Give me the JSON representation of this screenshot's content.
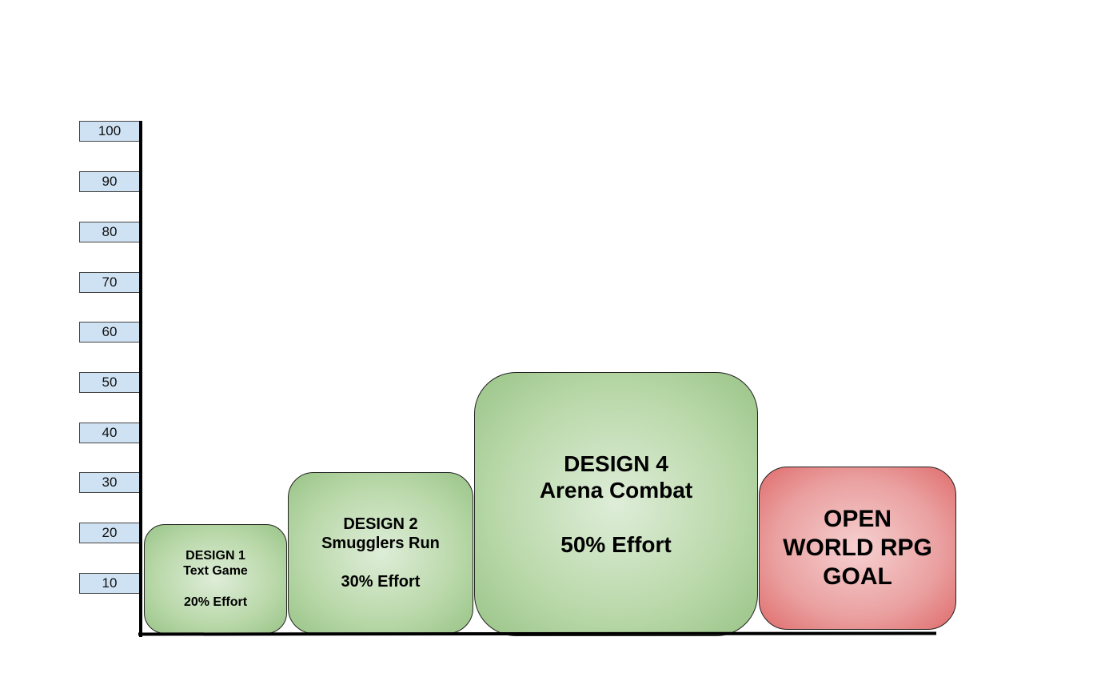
{
  "y_axis_labels": [
    "100",
    "90",
    "80",
    "70",
    "60",
    "50",
    "40",
    "30",
    "20",
    "10"
  ],
  "blocks": [
    {
      "title": "DESIGN 1",
      "subtitle": "Text Game",
      "effort": "20% Effort",
      "color": "#93c47d"
    },
    {
      "title": "DESIGN 2",
      "subtitle": "Smugglers Run",
      "effort": "30% Effort",
      "color": "#93c47d"
    },
    {
      "title": "DESIGN 4",
      "subtitle": "Arena Combat",
      "effort": "50% Effort",
      "color": "#93c47d"
    },
    {
      "line1": "OPEN",
      "line2": "WORLD RPG",
      "line3": "GOAL",
      "color": "#e06666"
    }
  ]
}
